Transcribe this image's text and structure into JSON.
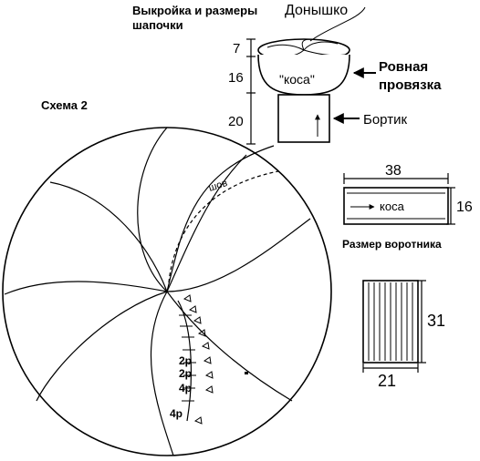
{
  "header": {
    "title_line1": "Выкройка и размеры",
    "title_line2": "шапочки"
  },
  "scheme": {
    "label": "Схема 2",
    "seam_label": "шов",
    "marks": [
      "2р",
      "2р",
      "4р",
      "4р"
    ]
  },
  "hat": {
    "top_label": "Донышко",
    "braid_label": "\"коса\"",
    "band_label_line1": "Ровная",
    "band_label_line2": "провязка",
    "brim_label": "Бортик",
    "dim_top": "7",
    "dim_middle": "16",
    "dim_bottom": "20"
  },
  "braid_strip": {
    "width": "38",
    "height": "16",
    "label": "коса"
  },
  "collar": {
    "caption": "Размер воротника",
    "height": "31",
    "width": "21"
  }
}
